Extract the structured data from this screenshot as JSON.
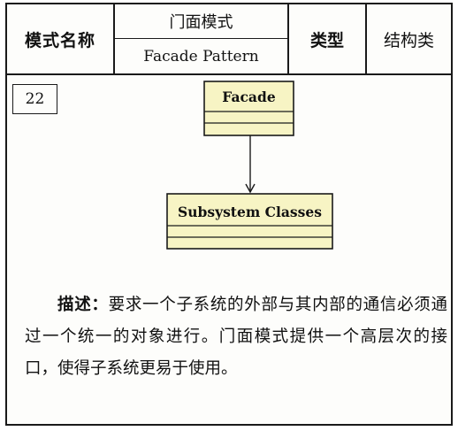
{
  "header": {
    "name_label": "模式名称",
    "name_cn": "门面模式",
    "name_en": "Facade Pattern",
    "type_label": "类型",
    "type_value": "结构类"
  },
  "pattern_number": "22",
  "diagram": {
    "classes": [
      {
        "name": "Facade",
        "fill": "#f7f4c4"
      },
      {
        "name": "Subsystem Classes",
        "fill": "#f7f4c4"
      }
    ],
    "relation": "association-arrow"
  },
  "description": {
    "label": "描述：",
    "text": "要求一个子系统的外部与其内部的通信必须通过一个统一的对象进行。门面模式提供一个高层次的接口，使得子系统更易于使用。"
  }
}
